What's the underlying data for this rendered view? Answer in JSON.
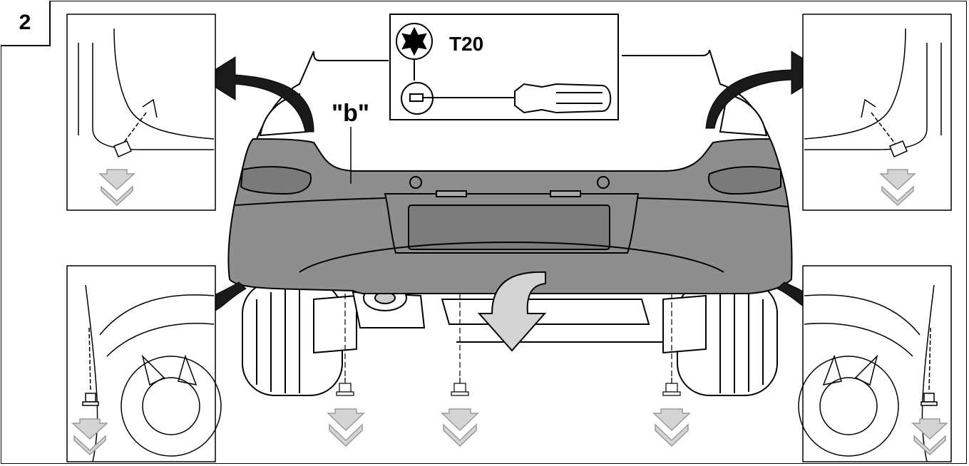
{
  "step": {
    "number": "2"
  },
  "tool": {
    "label": "T20",
    "icon": "torx-screwdriver-icon"
  },
  "part": {
    "label": "\"b\""
  },
  "colors": {
    "bumper": "#8e8e8e",
    "bumper_dark": "#6f6f6f",
    "line": "#000000",
    "arrow_fill": "#1a1a1a",
    "down_arrow": "#d4d4d4",
    "down_arrow_stroke": "#9a9a9a"
  },
  "icons": [
    "torx-icon",
    "screwdriver-icon",
    "curved-arrow-icon",
    "down-arrow-icon",
    "screw-icon"
  ]
}
